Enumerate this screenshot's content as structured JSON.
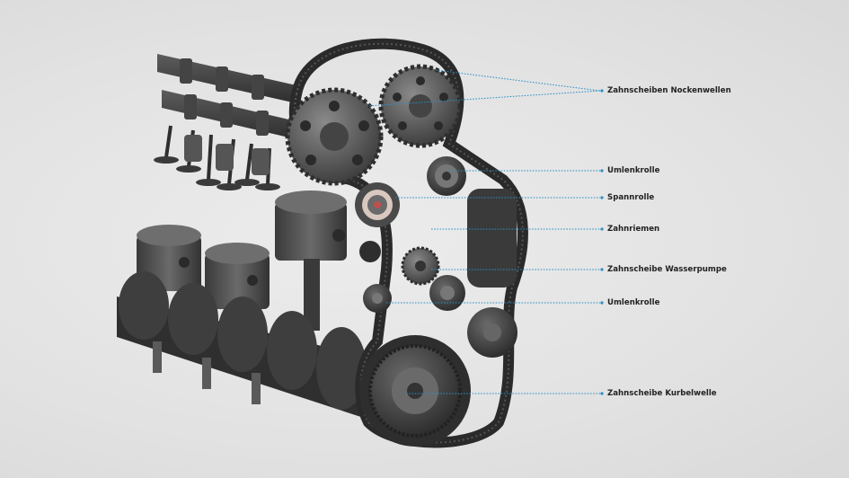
{
  "diagram": {
    "colors": {
      "leader": "#2a8fc4",
      "label": "#222222",
      "background": "#e4e4e4"
    },
    "labels": [
      {
        "id": "nockenwellen",
        "text": "Zahnscheiben Nockenwellen"
      },
      {
        "id": "umlenkrolle-oben",
        "text": "Umlenkrolle"
      },
      {
        "id": "spannrolle",
        "text": "Spannrolle"
      },
      {
        "id": "zahnriemen",
        "text": "Zahnriemen"
      },
      {
        "id": "wasserpumpe",
        "text": "Zahnscheibe Wasserpumpe"
      },
      {
        "id": "umlenkrolle-unten",
        "text": "Umlenkrolle"
      },
      {
        "id": "kurbelwelle",
        "text": "Zahnscheibe Kurbelwelle"
      }
    ]
  }
}
